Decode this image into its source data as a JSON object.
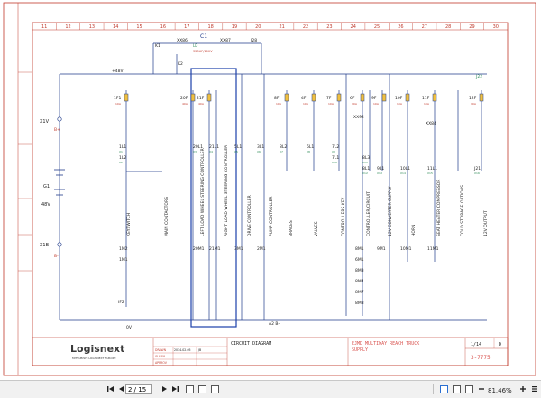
{
  "columns": [
    "11",
    "12",
    "13",
    "14",
    "15",
    "16",
    "17",
    "18",
    "19",
    "20",
    "21",
    "22",
    "23",
    "24",
    "25",
    "26",
    "27",
    "28",
    "29",
    "30"
  ],
  "top": {
    "relay_c1": "C1",
    "c1_code": "LD",
    "xx86": "XX86",
    "xx87": "XX87",
    "j28": "J28",
    "k1": "K1",
    "k2": "K2",
    "contactor_note": "325UF/100V",
    "supply_48": "+48V"
  },
  "fuses": [
    {
      "id": "1F1",
      "rating": "10A"
    },
    {
      "id": "20F",
      "rating": "40A"
    },
    {
      "id": "21F",
      "rating": "40A"
    },
    {
      "id": "8F",
      "rating": "10A"
    },
    {
      "id": "4F",
      "rating": "10A"
    },
    {
      "id": "7F",
      "rating": "10A"
    },
    {
      "id": "6F",
      "rating": "10A"
    },
    {
      "id": "9F",
      "rating": "10A"
    },
    {
      "id": "10F",
      "rating": "10A"
    },
    {
      "id": "11F",
      "rating": "10A"
    },
    {
      "id": "12F",
      "rating": "10A"
    }
  ],
  "connectors_mid": {
    "xx92": "XX92",
    "xx84": "XX84",
    "j22": "J22"
  },
  "left_terminals": {
    "x1v": "X1V",
    "x1b": "X1B",
    "g1": "G1",
    "v48": "48V",
    "plus": "B+",
    "minus": "B-"
  },
  "wire_labels": [
    {
      "id": "1L1",
      "code": "X1"
    },
    {
      "id": "1L2",
      "code": "X2"
    },
    {
      "id": "20L1",
      "code": "X3"
    },
    {
      "id": "21L1",
      "code": "X4"
    },
    {
      "id": "5L1",
      "code": "X5"
    },
    {
      "id": "3L1",
      "code": "X6"
    },
    {
      "id": "8L2",
      "code": "X7"
    },
    {
      "id": "6L1",
      "code": "X8"
    },
    {
      "id": "7L2",
      "code": "X9"
    },
    {
      "id": "7L1",
      "code": "X10"
    },
    {
      "id": "8L3",
      "code": "X11"
    },
    {
      "id": "8L1",
      "code": "X12"
    },
    {
      "id": "9L1",
      "code": "X13"
    },
    {
      "id": "10L1",
      "code": "X14"
    },
    {
      "id": "11L1",
      "code": "X15"
    },
    {
      "id": "J21",
      "code": "X16"
    }
  ],
  "functions": [
    "KEYSWITCH",
    "MAIN CONTACTORS",
    "LEFT LOAD WHEEL STEERING CONTROLLER",
    "RIGHT LOAD WHEEL STEERING CONTROLLER",
    "DRIVE CONTROLLER",
    "PUMP CONTROLLER",
    "BRAKES",
    "VALVES",
    "CONTROLLERS KEY",
    "CONTROLLER/CIRCUIT",
    "12V CONVERTER SUPPLY",
    "HORN",
    "SEAT HEATER COMPRESSOR",
    "COLD STORAGE OPTIONS",
    "12V OUTPUT"
  ],
  "lower_labels": [
    "1M2",
    "1M1",
    "20M1",
    "21M1",
    "3M1",
    "2M1",
    "8M1",
    "6M1",
    "8M3",
    "8M4",
    "8M7",
    "8M8",
    "9M1",
    "10M1",
    "11M1"
  ],
  "bottom": {
    "switch": "IF2",
    "zero_volt": "0V",
    "b_minus": "A2 B-"
  },
  "title_block": {
    "brand": "Logisnext",
    "brand_sub": "MITSUBISHI LOGISNEXT EUROPE",
    "title": "CIRCUIT DIAGRAM",
    "subtitle_line1": "EJMD MULTIWAY REACH TRUCK",
    "subtitle_line2": "SUPPLY",
    "sheet": "1/14",
    "rev": "D",
    "doc_no": "3-7775",
    "row_labels": [
      "DRAWN",
      "CHECK",
      "APPROV"
    ],
    "date": "2014-02-05",
    "drawn_by": "JB"
  },
  "toolbar": {
    "page_value": "2 / 15",
    "zoom": "81.46%"
  },
  "colors": {
    "frame": "#c0392b",
    "wire": "#1f3a8a",
    "fuse_fill": "#f0c040",
    "label_green": "#2e8b57",
    "highlight_box": "#1c3faa",
    "title_text": "#d9534f"
  }
}
